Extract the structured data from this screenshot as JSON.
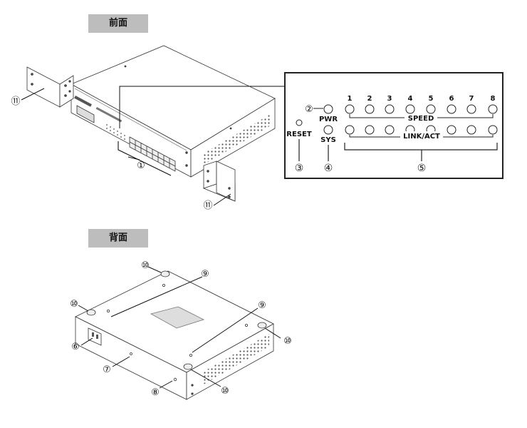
{
  "front_label": "前面",
  "back_label": "背面",
  "callouts": {
    "c1": "①",
    "c2": "②",
    "c3": "③",
    "c4": "④",
    "c5": "⑤",
    "c6": "⑥",
    "c7": "⑦",
    "c8": "⑧",
    "c9": "⑨",
    "c10": "⑩",
    "c11": "⑪"
  },
  "led_panel": {
    "port_numbers": [
      "1",
      "2",
      "3",
      "4",
      "5",
      "6",
      "7",
      "8"
    ],
    "pwr": "PWR",
    "reset": "RESET",
    "sys": "SYS",
    "speed": "SPEED",
    "link_act": "LINK/ACT"
  }
}
